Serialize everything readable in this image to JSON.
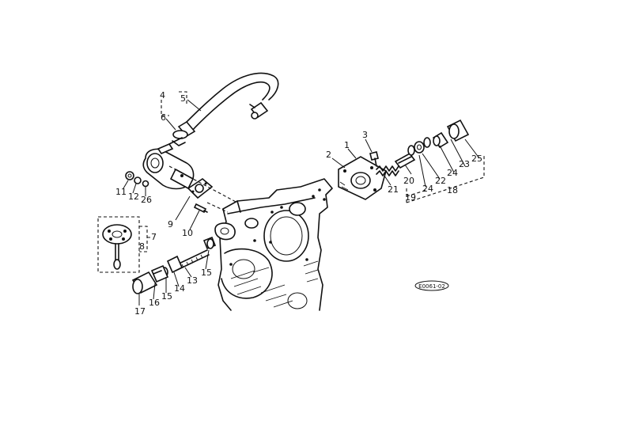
{
  "diagram": {
    "callouts": [
      "1",
      "2",
      "3",
      "4",
      "5",
      "6",
      "7",
      "8",
      "9",
      "10",
      "11",
      "12",
      "13",
      "14",
      "15",
      "15",
      "16",
      "17",
      "18",
      "19",
      "20",
      "21",
      "22",
      "23",
      "24",
      "24",
      "25",
      "26"
    ],
    "ref_code": "E0061-02"
  }
}
